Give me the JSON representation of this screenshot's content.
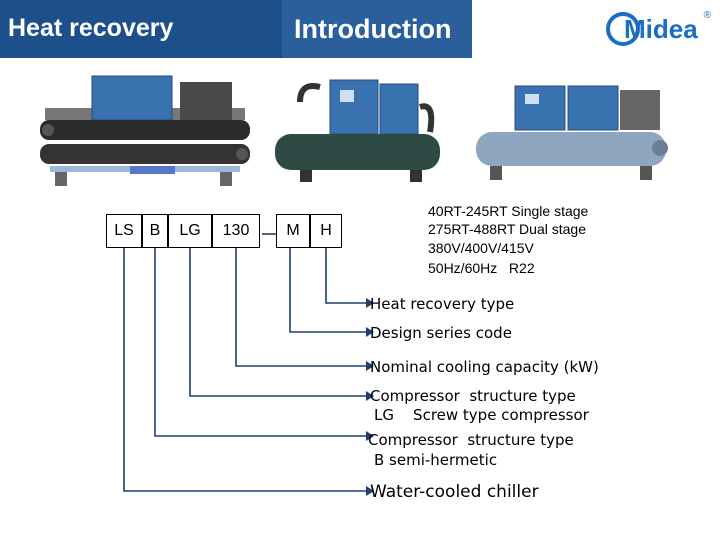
{
  "header": {
    "section_title": "Heat recovery",
    "page_title": "Introduction",
    "logo_text": "Midea",
    "logo_mark": "®"
  },
  "code_boxes": [
    "LS",
    "B",
    "LG",
    "130",
    "M",
    "H"
  ],
  "specs": [
    "40RT-245RT Single stage",
    "275RT-488RT Dual stage",
    "380V/400V/415V",
    "50Hz/60Hz   R22"
  ],
  "descriptions": {
    "heat_recovery": "Heat recovery type",
    "design_series": "Design series code",
    "nominal_capacity": "Nominal cooling capacity (kW)",
    "compressor_lg_title": "Compressor  structure type",
    "compressor_lg_detail": "LG    Screw type compressor",
    "compressor_b_title": "Compressor  structure type",
    "compressor_b_detail": "B semi-hermetic",
    "water_cooled": "Water-cooled chiller"
  },
  "colors": {
    "header_dark": "#1d4f8a",
    "header_mid": "#2b5f9c",
    "brand_blue": "#1a6fc4",
    "unit_blue": "#3a72b0"
  }
}
